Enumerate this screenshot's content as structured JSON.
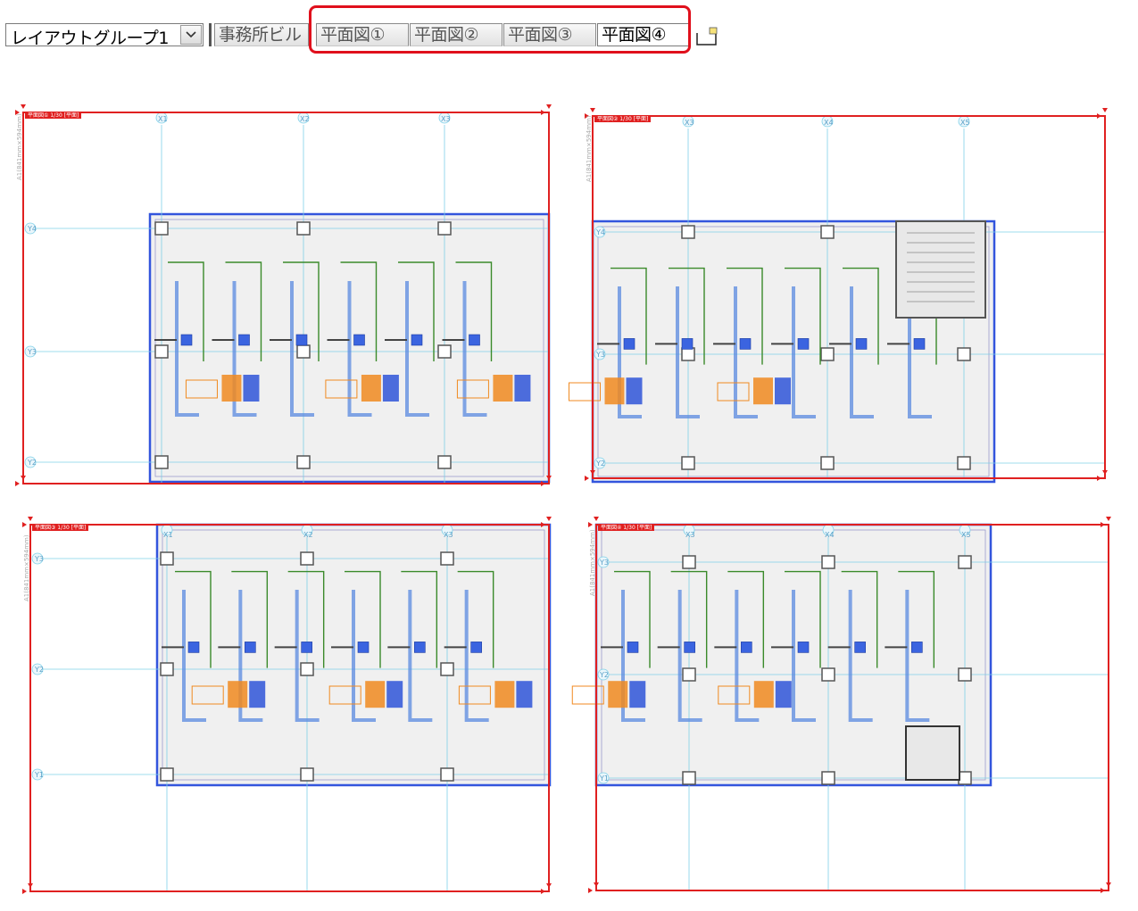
{
  "toolbar": {
    "group_select_value": "レイアウトグループ1",
    "tabs": [
      {
        "label": "事務所ビル",
        "active": false
      },
      {
        "label": "平面図①",
        "active": false
      },
      {
        "label": "平面図②",
        "active": false
      },
      {
        "label": "平面図③",
        "active": false
      },
      {
        "label": "平面図④",
        "active": true
      }
    ],
    "highlight_color": "#e0101c"
  },
  "panels": [
    {
      "tab": "平面図① 1/30 [平面]",
      "paper": "A1(841mm×594mm)",
      "col_labels": [
        "X1",
        "X2",
        "X3"
      ],
      "row_labels": [
        "Y4",
        "Y3",
        "Y2"
      ]
    },
    {
      "tab": "平面図② 1/30 [平面]",
      "paper": "A1(841mm×594mm)",
      "col_labels": [
        "X3",
        "X4",
        "X5"
      ],
      "row_labels": [
        "Y4",
        "Y3",
        "Y2"
      ]
    },
    {
      "tab": "平面図③ 1/30 [平面]",
      "paper": "A1(841mm×594mm)",
      "col_labels": [
        "X1",
        "X2",
        "X3"
      ],
      "row_labels": [
        "Y3",
        "Y2",
        "Y1"
      ]
    },
    {
      "tab": "平面図④ 1/30 [平面]",
      "paper": "A1(841mm×594mm)",
      "col_labels": [
        "X3",
        "X4",
        "X5"
      ],
      "row_labels": [
        "Y3",
        "Y2",
        "Y1"
      ]
    }
  ],
  "colors": {
    "frame": "#e02020",
    "grid": "#7fd0e8",
    "wall": "#3355dd",
    "duct": "#5a8ae0",
    "pipe": "#3a8a2a",
    "equipment": "#f08a20"
  },
  "icons": {
    "dropdown": "chevron-down-icon",
    "new_tab": "new-sheet-icon"
  }
}
